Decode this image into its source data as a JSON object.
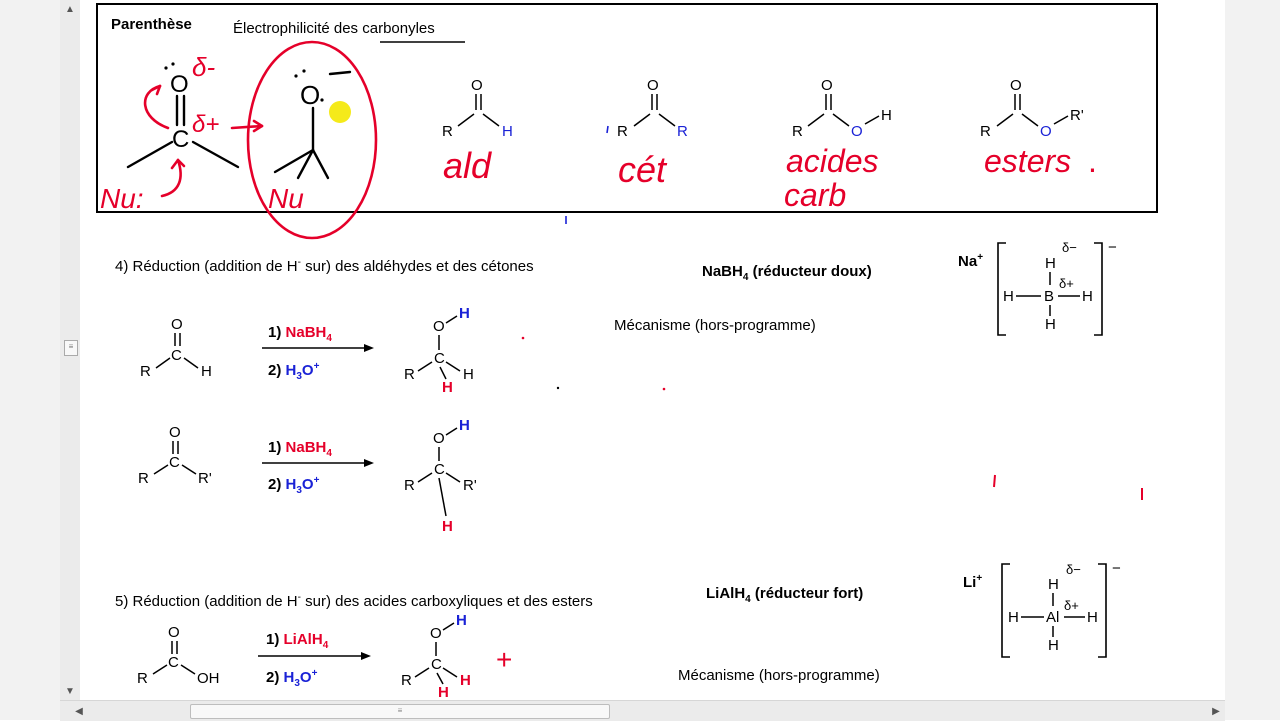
{
  "window": {
    "scroll_up_icon": "▲",
    "scroll_down_icon": "▼",
    "scroll_left_icon": "◀",
    "scroll_right_icon": "▶",
    "grip_icon": "≡"
  },
  "aside": {
    "title": "Parenthèse",
    "heading_prefix": "Électrophilicité des ",
    "heading_underlined": "carbonyles",
    "molecules": [
      {
        "o": "O",
        "left": "R",
        "right": "H",
        "label": "ald"
      },
      {
        "o": "O",
        "left": "R",
        "right": "R",
        "label": "cét"
      },
      {
        "o": "O",
        "left": "R",
        "right": "O",
        "right_h": "H",
        "label": "acides",
        "label2": "carb"
      },
      {
        "o": "O",
        "left": "R",
        "right": "O",
        "right_h": "R'",
        "label": "esters",
        "label_suffix": "."
      }
    ],
    "carbon": "C",
    "delta_minus": "δ-",
    "delta_plus": "δ+",
    "nu_dots": "Nu:",
    "nu": "Nu"
  },
  "section4": {
    "title_pre": "4) Réduction (addition de H",
    "title_sup": "-",
    "title_post": " sur) des aldéhydes et des cétones",
    "reagent": "NaBH",
    "reagent_sub": "4",
    "reagent_desc": " (réducteur doux)",
    "mechanism": "Mécanisme (hors-programme)",
    "counter_ion": "Na",
    "counter_sup": "+",
    "center_atom": "B",
    "h": "H",
    "step1_num": "1) ",
    "step1_reagent": "NaBH",
    "step1_sub": "4",
    "step2_num": "2) ",
    "step2_reagent": "H",
    "step2_sub": "3",
    "step2_rest": "O",
    "step2_sup": "+",
    "r1": "R",
    "r2": "R'",
    "oxygen": "O",
    "carbon": "C",
    "delta_minus": "δ−",
    "delta_plus": "δ+",
    "charge": "−"
  },
  "section5": {
    "title_pre": "5) Réduction (addition de H",
    "title_sup": "-",
    "title_post": " sur) des acides carboxyliques et des esters",
    "reagent": "LiAlH",
    "reagent_sub": "4",
    "reagent_desc": " (réducteur fort)",
    "mechanism": "Mécanisme (hors-programme)",
    "counter_ion": "Li",
    "counter_sup": "+",
    "center_atom": "Al",
    "h": "H",
    "step1_num": "1) ",
    "step1_reagent": "LiAlH",
    "step1_sub": "4",
    "step2_num": "2) ",
    "step2_reagent": "H",
    "step2_sub": "3",
    "step2_rest": "O",
    "step2_sup": "+",
    "r1": "R",
    "oh": "OH",
    "oxygen": "O",
    "carbon": "C",
    "delta_minus": "δ−",
    "delta_plus": "δ+",
    "charge": "−",
    "plus_mark": "+"
  },
  "colors": {
    "red": "#e5002a",
    "blue": "#1a22d6",
    "highlight": "#f5ea1a"
  }
}
